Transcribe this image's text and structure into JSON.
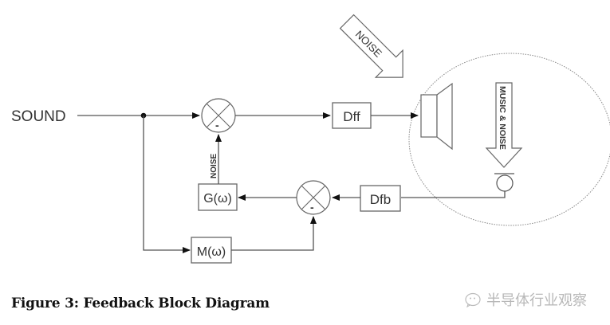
{
  "diagram": {
    "input_label": "SOUND",
    "blocks": {
      "dff": "Dff",
      "dfb": "Dfb",
      "g": "G(ω)",
      "m": "M(ω)"
    },
    "summing_junctions": {
      "top_sign": "-",
      "bottom_sign": "-"
    },
    "signals": {
      "noise_external": "NOISE",
      "noise_feedback": "NOISE",
      "music_and_noise": "MUSIC & NOISE"
    },
    "colors": {
      "line": "#555555",
      "ellipse": "#888888"
    }
  },
  "caption": "Figure 3: Feedback Block Diagram",
  "watermark": "半导体行业观察"
}
